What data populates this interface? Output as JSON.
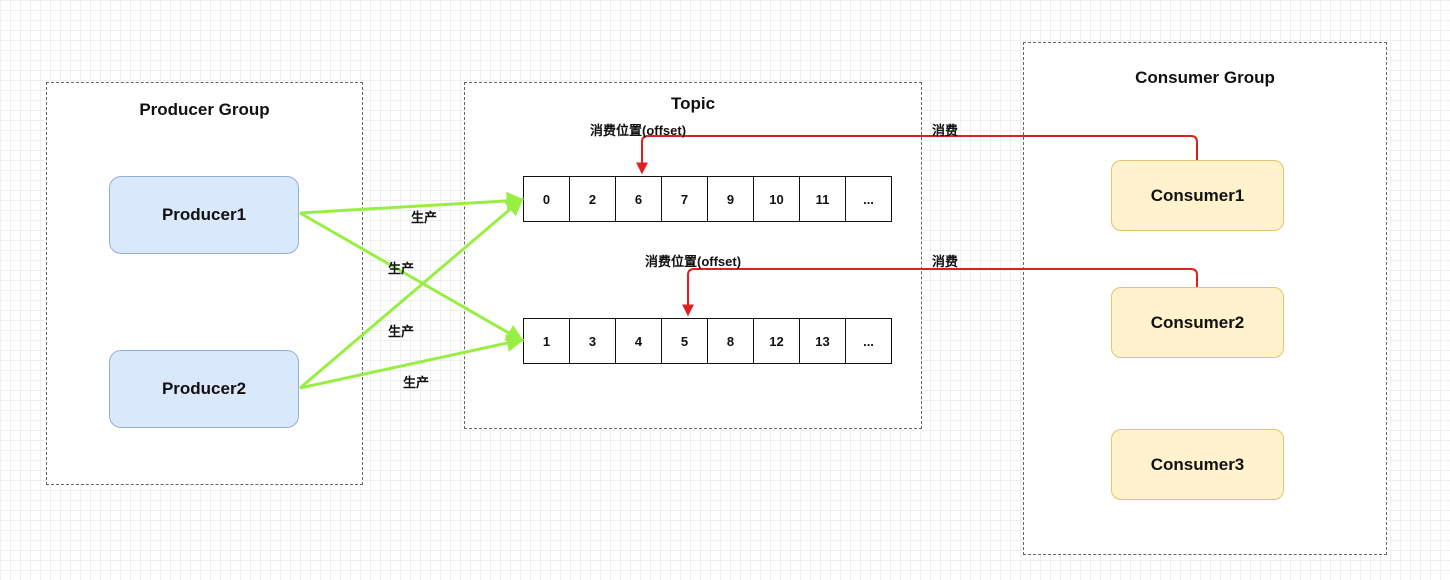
{
  "producer_group": {
    "title": "Producer Group",
    "producers": [
      "Producer1",
      "Producer2"
    ]
  },
  "topic": {
    "title": "Topic",
    "queues": [
      {
        "cells": [
          "0",
          "2",
          "6",
          "7",
          "9",
          "10",
          "11",
          "..."
        ]
      },
      {
        "cells": [
          "1",
          "3",
          "4",
          "5",
          "8",
          "12",
          "13",
          "..."
        ]
      }
    ],
    "offset_labels": [
      "消费位置(offset)",
      "消费位置(offset)"
    ]
  },
  "consumer_group": {
    "title": "Consumer Group",
    "consumers": [
      "Consumer1",
      "Consumer2",
      "Consumer3"
    ]
  },
  "edge_labels": {
    "produce": [
      "生产",
      "生产",
      "生产",
      "生产"
    ],
    "consume": [
      "消费",
      "消费"
    ]
  },
  "colors": {
    "produce_edge": "#99ee44",
    "consume_edge": "#e02020",
    "producer_fill": "#dae8fc",
    "consumer_fill": "#fff2cc"
  }
}
